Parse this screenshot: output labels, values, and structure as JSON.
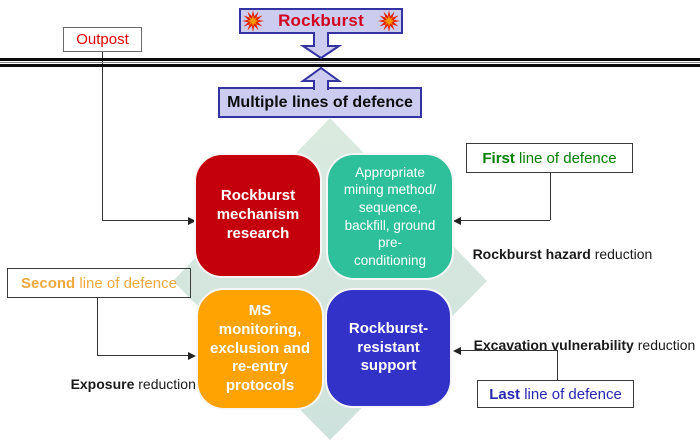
{
  "title": {
    "label": "Rockburst",
    "color": "#d10020"
  },
  "outpost": {
    "label": "Outpost",
    "color": "#de0000"
  },
  "banner": {
    "label": "Multiple lines of defence"
  },
  "quadrants": {
    "research": {
      "text": "Rockburst\nmechanism\nresearch",
      "color": "#c4000c"
    },
    "mining": {
      "text": "Appropriate\nmining method/\nsequence,\nbackfill, ground\npre-\nconditioning",
      "color": "#2ebf9b"
    },
    "monitoring": {
      "text": "MS\nmonitoring,\nexclusion and\nre-entry\nprotocols",
      "color": "#ffa303"
    },
    "support": {
      "text": "Rockburst-\nresistant\nsupport",
      "color": "#3232c8"
    }
  },
  "defence_lines": {
    "first": {
      "bold": "First",
      "rest": " line of defence",
      "color": "#008000",
      "reduction_bold": "Rockburst hazard",
      "reduction_rest": " reduction"
    },
    "second": {
      "bold": "Second",
      "rest": " line of defence",
      "color": "#efa93f",
      "reduction_bold": "Exposure",
      "reduction_rest": " reduction"
    },
    "last": {
      "bold": "Last",
      "rest": " line of defence",
      "color": "#2626b0",
      "reduction_bold": "Excavation vulnerability",
      "reduction_rest": " reduction"
    }
  },
  "icons": {
    "burst": "starburst-icon"
  },
  "colors": {
    "diamond_top": "#daeadf",
    "diamond_bottom": "#cee2dd",
    "panel": "#ccccf0",
    "panel_border": "#3333a2"
  }
}
